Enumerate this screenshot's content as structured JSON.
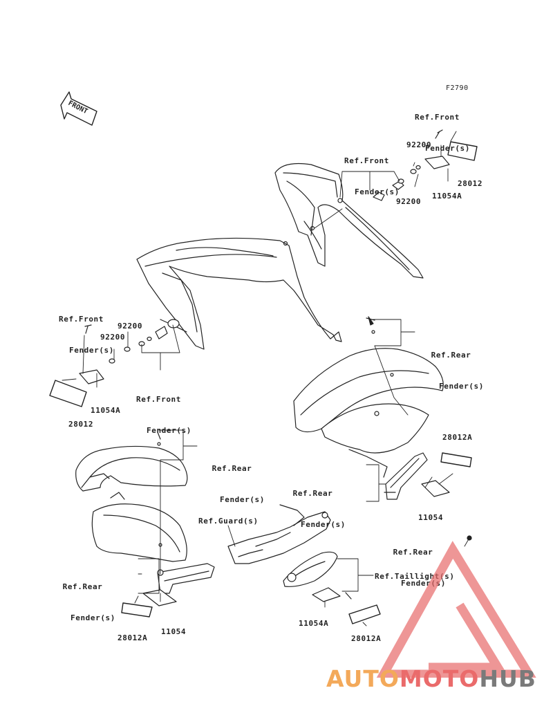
{
  "diagram": {
    "code": "F2790",
    "front_label": "FRONT",
    "labels": {
      "ref_front_fender_top": [
        "Ref.Front",
        "Fender(s)"
      ],
      "ref_front_fender_mid": [
        "Ref.Front",
        "Fender(s)"
      ],
      "ref_front_fender_left": [
        "Ref.Front",
        "Fender(s)"
      ],
      "ref_front_fender_lower": [
        "Ref.Front",
        "Fender(s)"
      ],
      "ref_rear_fender_1": [
        "Ref.Rear",
        "Fender(s)"
      ],
      "ref_rear_fender_2": [
        "Ref.Rear",
        "Fender(s)"
      ],
      "ref_rear_fender_3": [
        "Ref.Rear",
        "Fender(s)"
      ],
      "ref_rear_fender_4": [
        "Ref.Rear",
        "Fender(s)"
      ],
      "ref_rear_fender_5": [
        "Ref.Rear",
        "Fender(s)"
      ],
      "ref_guard": "Ref.Guard(s)",
      "ref_taillight": "Ref.Taillight(s)"
    },
    "parts": {
      "p92200_a": "92200",
      "p92200_b": "92200",
      "p11054a_tr": "11054A",
      "p28012_tr": "28012",
      "p92200_c": "92200",
      "p92200_d": "92200",
      "p11054a_l": "11054A",
      "p28012_l": "28012",
      "p28012a_r": "28012A",
      "p11054_r": "11054",
      "p28012a_bl": "28012A",
      "p11054_bl": "11054",
      "p11054a_bc": "11054A",
      "p28012a_bc": "28012A"
    }
  },
  "watermark": {
    "part1": "AUTO",
    "part2": "MOTO",
    "part3": "HUB",
    "colors": {
      "auto": "#f3a95a",
      "moto": "#ea6b6b",
      "hub": "#7a7a7a",
      "triangle": "#e86a6a"
    }
  }
}
